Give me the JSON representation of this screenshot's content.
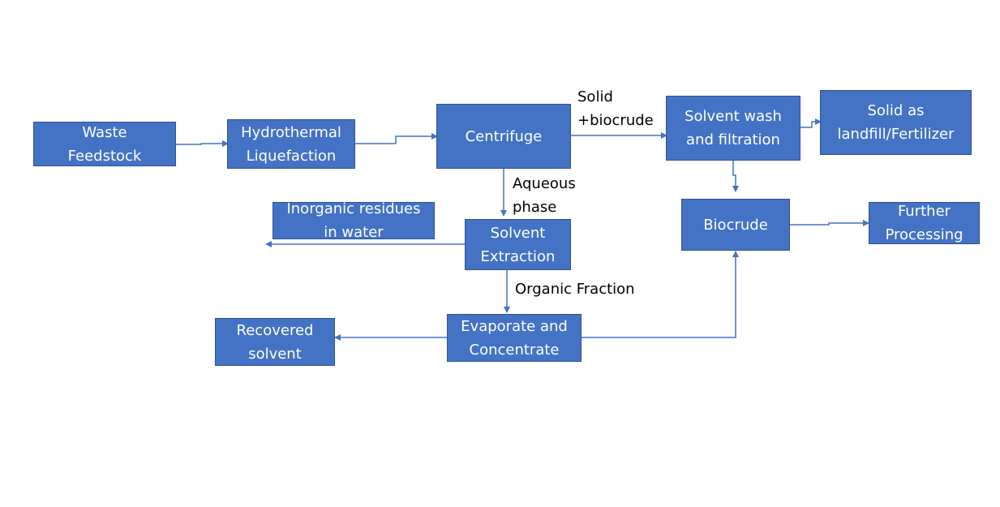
{
  "diagram": {
    "type": "process-flowchart",
    "colors": {
      "box_fill": "#4472c4",
      "box_border": "#2f528f",
      "box_text": "#ffffff",
      "arrow": "#4472c4",
      "label_text": "#000000"
    },
    "nodes": {
      "waste_feedstock": "Waste\nFeedstock",
      "hydrothermal_liquefaction": "Hydrothermal\nLiquefaction",
      "centrifuge": "Centrifuge",
      "solvent_wash": "Solvent wash\nand filtration",
      "solid_landfill": "Solid as\nlandfill/Fertilizer",
      "biocrude": "Biocrude",
      "further_processing": "Further\nProcessing",
      "inorganic_residues": "Inorganic residues\nin water",
      "solvent_extraction": "Solvent\nExtraction",
      "evaporate_concentrate": "Evaporate and\nConcentrate",
      "recovered_solvent": "Recovered\nsolvent"
    },
    "edge_labels": {
      "solid_biocrude": "Solid\n+biocrude",
      "aqueous_phase": "Aqueous\nphase",
      "organic_fraction": "Organic Fraction"
    },
    "edges": [
      {
        "from": "waste_feedstock",
        "to": "hydrothermal_liquefaction"
      },
      {
        "from": "hydrothermal_liquefaction",
        "to": "centrifuge"
      },
      {
        "from": "centrifuge",
        "to": "solvent_wash",
        "label": "Solid +biocrude"
      },
      {
        "from": "solvent_wash",
        "to": "solid_landfill"
      },
      {
        "from": "solvent_wash",
        "to": "biocrude"
      },
      {
        "from": "biocrude",
        "to": "further_processing"
      },
      {
        "from": "centrifuge",
        "to": "solvent_extraction",
        "label": "Aqueous phase"
      },
      {
        "from": "solvent_extraction",
        "to": "inorganic_residues"
      },
      {
        "from": "solvent_extraction",
        "to": "evaporate_concentrate",
        "label": "Organic Fraction"
      },
      {
        "from": "evaporate_concentrate",
        "to": "recovered_solvent"
      },
      {
        "from": "evaporate_concentrate",
        "to": "biocrude"
      }
    ]
  }
}
